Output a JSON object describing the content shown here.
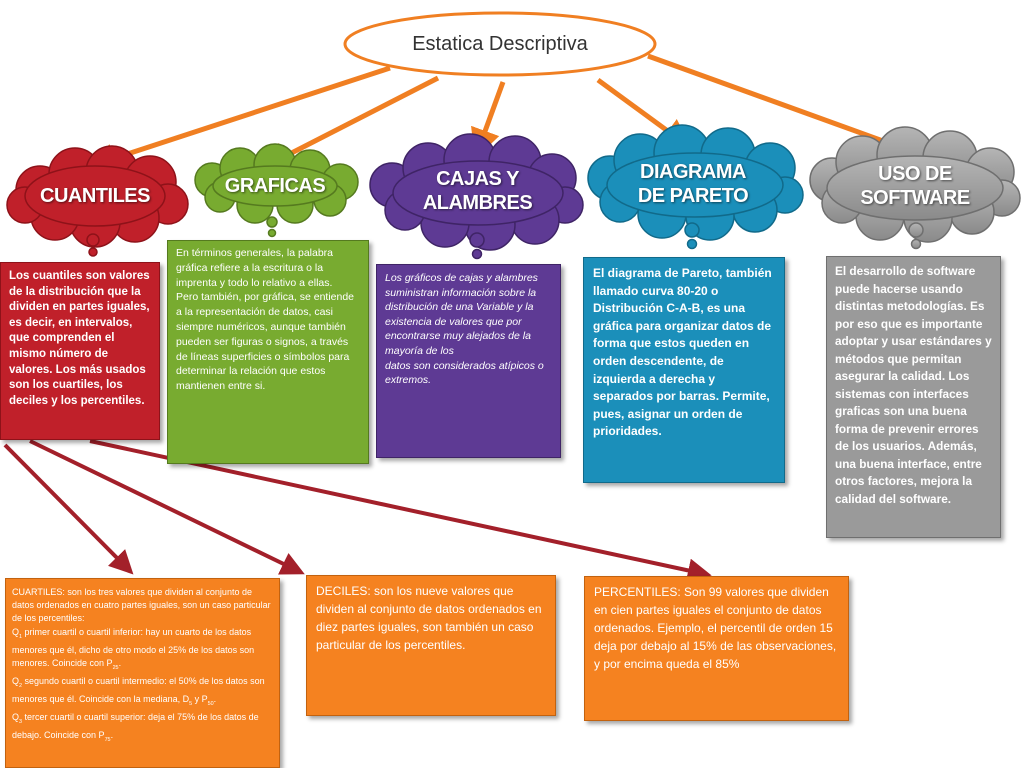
{
  "title": "Estatica Descriptiva",
  "colors": {
    "red": "#c0202a",
    "green": "#78ab30",
    "purple": "#5e3a94",
    "blue": "#1b8fba",
    "gray": "#9a9a9a",
    "orange": "#f58220",
    "arrow_orange": "#f07f22",
    "arrow_red": "#a3202a"
  },
  "categories": {
    "cuantiles": {
      "label": "CUANTILES",
      "description": "Los cuantiles son valores de la distribución que la dividen en partes iguales, es decir, en intervalos, que comprenden el mismo número de valores. Los más usados son los cuartiles, los deciles y los percentiles."
    },
    "graficas": {
      "label": "GRAFICAS",
      "description": "En términos generales, la palabra gráfica refiere a la escritura o la imprenta y todo lo relativo a ellas.\nPero también, por gráfica, se entiende a la representación de datos, casi siempre numéricos, aunque también pueden ser figuras o signos, a través de líneas superficies o símbolos para determinar la relación que estos mantienen entre si."
    },
    "cajas": {
      "label": "CAJAS Y\nALAMBRES",
      "description": "Los gráficos de cajas y alambres suministran información sobre la distribución de una Variable  y la existencia de valores que por encontrarse muy alejados de la mayoría de los\ndatos son considerados atípicos o extremos."
    },
    "pareto": {
      "label": "DIAGRAMA\nDE PARETO",
      "description": "El diagrama  de Pareto, también llamado curva 80-20 o Distribución C-A-B, es una gráfica para organizar datos de forma que estos queden en orden descendente, de izquierda a derecha y separados por barras. Permite, pues, asignar un orden de prioridades."
    },
    "software": {
      "label": "USO DE\nSOFTWARE",
      "description": "El desarrollo de software puede   hacerse usando distintas metodologías. Es por eso que es importante adoptar  y usar estándares y métodos que permitan asegurar la calidad. Los sistemas con interfaces graficas son una buena forma de prevenir errores de los usuarios. Además, una buena interface, entre otros factores, mejora la calidad del software."
    }
  },
  "details": {
    "cuartiles": {
      "intro": "CUARTILES:  son los tres valores que dividen al conjunto de datos ordenados  en cuatro partes iguales, son un caso particular de los percentiles:",
      "q1": {
        "sym": "Q",
        "sub": "1",
        "text": " primer cuartil o cuartil inferior: hay un cuarto de los datos menores que él, dicho de otro modo el 25% de los datos son menores. Coincide con P",
        "p": "25",
        "end": "."
      },
      "q2": {
        "sym": "Q",
        "sub": "2",
        "text": " segundo cuartil  o cuartil intermedio: el 50% de los datos son menores que él. Coincide con la mediana, D",
        "d": "5",
        "mid": " y P",
        "p": "50",
        "end": "."
      },
      "q3": {
        "sym": "Q",
        "sub": "3",
        "text": " tercer cuartil o cuartil superior: deja el 75% de los datos de debajo.  Coincide con P",
        "p": "75",
        "end": "."
      }
    },
    "deciles": "DECILES: son los nueve valores que dividen al conjunto de datos ordenados en diez partes  iguales, son también un caso particular de los percentiles.",
    "percentiles": "PERCENTILES: Son 99  valores que dividen en cien partes iguales el conjunto de datos ordenados. Ejemplo, el percentil de orden 15 deja por debajo al 15% de las observaciones, y por encima queda el 85%"
  }
}
